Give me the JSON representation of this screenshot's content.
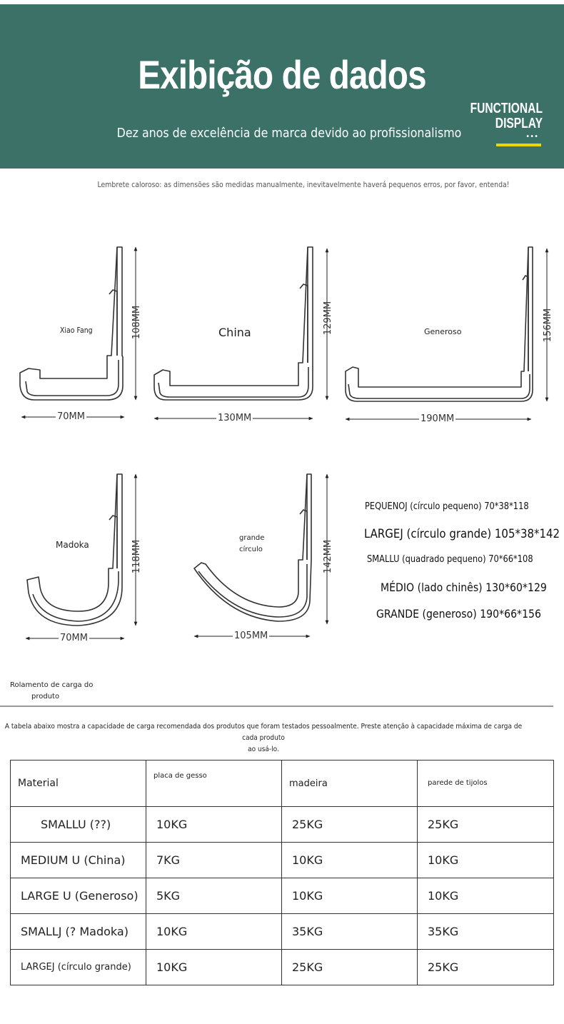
{
  "banner": {
    "title": "Exibição de dados",
    "subtitle": "Dez anos de excelência de marca devido ao profissionalismo",
    "badge_line1": "FUNCTIONAL",
    "badge_line2": "DISPLAY",
    "accent_color": "#f0d400",
    "background_color": "#3b7167"
  },
  "notice": "Lembrete caloroso: as dimensões são medidas manualmente, inevitavelmente haverá pequenos erros, por favor, entenda!",
  "hooks": [
    {
      "name": "Xiao Fang",
      "width": "70MM",
      "height": "108MM"
    },
    {
      "name": "China",
      "width": "130MM",
      "height": "129MM"
    },
    {
      "name": "Generoso",
      "width": "190MM",
      "height": "156MM"
    },
    {
      "name": "Madoka",
      "width": "70MM",
      "height": "118MM"
    },
    {
      "name_line1": "grande",
      "name_line2": "círculo",
      "width": "105MM",
      "height": "142MM"
    }
  ],
  "specs": [
    "PEQUENOJ (círculo pequeno) 70*38*118",
    "LARGEJ (círculo grande) 105*38*142",
    "SMALLU (quadrado pequeno) 70*66*108",
    "MÉDIO (lado chinês) 130*60*129",
    "GRANDE (generoso) 190*66*156"
  ],
  "load_section": {
    "label_line1": "Rolamento de carga do",
    "label_line2": "produto",
    "note_line1": "A tabela abaixo mostra a capacidade de carga recomendada dos produtos que foram testados pessoalmente. Preste atenção à capacidade máxima de carga de cada produto",
    "note_line2": "ao usá-lo."
  },
  "table": {
    "headers": [
      "Material",
      "placa de gesso",
      "madeira",
      "parede de tijolos"
    ],
    "rows": [
      [
        "SMALLU (??)",
        "10KG",
        "25KG",
        "25KG"
      ],
      [
        "MEDIUM U (China)",
        "7KG",
        "10KG",
        "10KG"
      ],
      [
        "LARGE U (Generoso)",
        "5KG",
        "10KG",
        "10KG"
      ],
      [
        "SMALLJ (? Madoka)",
        "10KG",
        "35KG",
        "35KG"
      ],
      [
        "LARGEJ (círculo grande)",
        "10KG",
        "25KG",
        "25KG"
      ]
    ]
  }
}
